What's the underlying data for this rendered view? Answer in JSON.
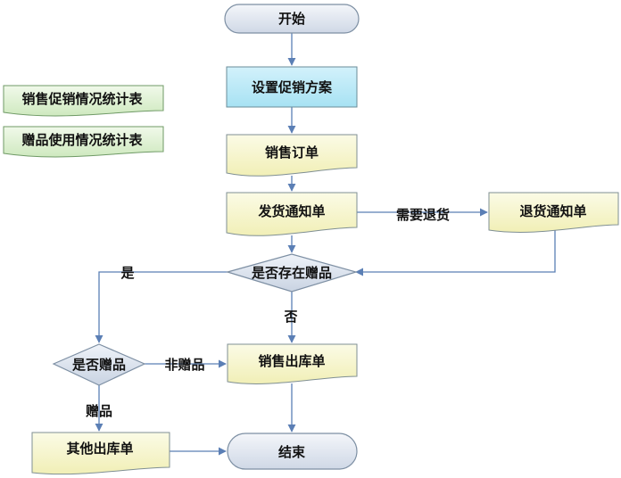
{
  "diagram": {
    "nodes": {
      "start": "开始",
      "setup": "设置促销方案",
      "sales_order": "销售订单",
      "delivery_notice": "发货通知单",
      "return_notice": "退货通知单",
      "has_gift": "是否存在赠品",
      "is_gift": "是否赠品",
      "sales_outbound": "销售出库单",
      "other_outbound": "其他出库单",
      "end": "结束"
    },
    "reports": {
      "promo_stats": "销售促销情况统计表",
      "gift_stats": "赠品使用情况统计表"
    },
    "edge_labels": {
      "need_return": "需要退货",
      "yes": "是",
      "no": "否",
      "non_gift": "非赠品",
      "gift": "赠品"
    }
  }
}
